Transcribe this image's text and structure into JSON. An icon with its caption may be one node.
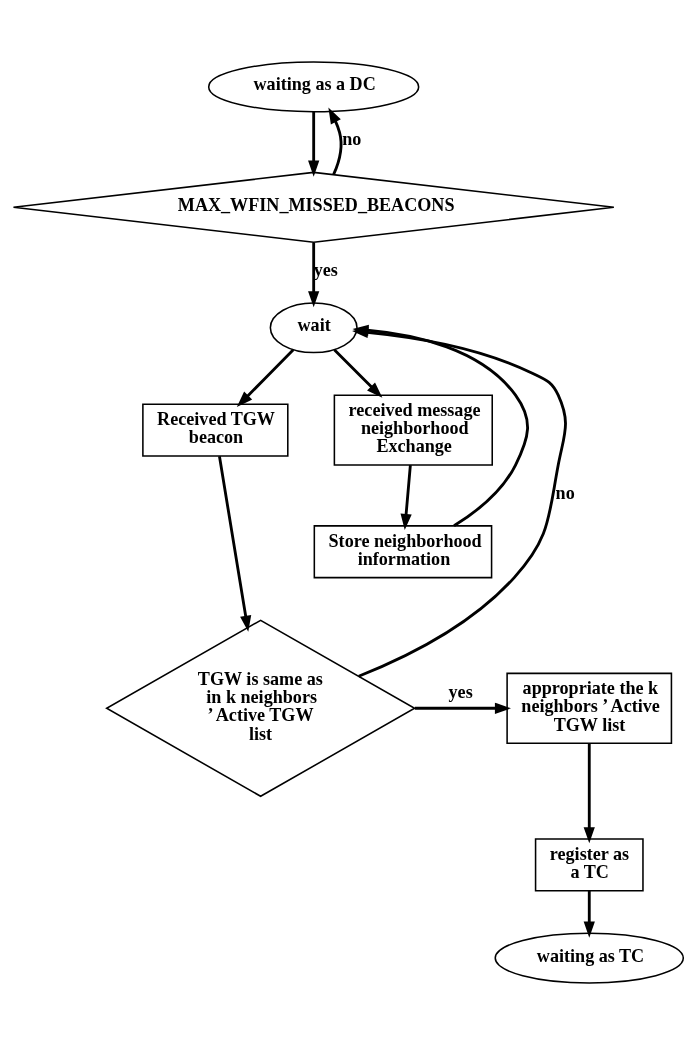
{
  "diagram": {
    "nodes": [
      {
        "text": [
          "waiting as a DC"
        ]
      },
      {
        "text": [
          "MAX_WFIN_MISSED_BEACONS"
        ]
      },
      {
        "text": [
          "wait"
        ]
      },
      {
        "text": [
          "Received TGW beacon"
        ]
      },
      {
        "text": [
          "received message neighborhood Exchange"
        ]
      },
      {
        "text": [
          "Store neighborhood information"
        ]
      },
      {
        "text": [
          "TGW is same as in k neighbors ’ Active TGW list"
        ]
      },
      {
        "text": [
          "appropriate the k neighbors ’ Active TGW list"
        ]
      },
      {
        "text": [
          "register as a TC"
        ]
      },
      {
        "text": [
          "waiting as TC"
        ]
      }
    ],
    "edges": [
      {
        "from": 0,
        "to": 1,
        "arrow": "to"
      },
      {
        "from": 1,
        "to": 0,
        "arrow": "to",
        "label": "no"
      },
      {
        "from": 1,
        "to": 2,
        "arrow": "to",
        "label": "yes"
      },
      {
        "from": 2,
        "to": 3,
        "arrow": "to"
      },
      {
        "from": 2,
        "to": 4,
        "arrow": "to"
      },
      {
        "from": 4,
        "to": 5,
        "arrow": "to"
      },
      {
        "from": 5,
        "to": 2,
        "arrow": "to"
      },
      {
        "from": 3,
        "to": 6,
        "arrow": "to"
      },
      {
        "from": 6,
        "to": 2,
        "arrow": "to",
        "label": "no"
      },
      {
        "from": 6,
        "to": 7,
        "arrow": "to",
        "label": "yes"
      },
      {
        "from": 7,
        "to": 8,
        "arrow": "to"
      },
      {
        "from": 8,
        "to": 9,
        "arrow": "to"
      }
    ]
  }
}
